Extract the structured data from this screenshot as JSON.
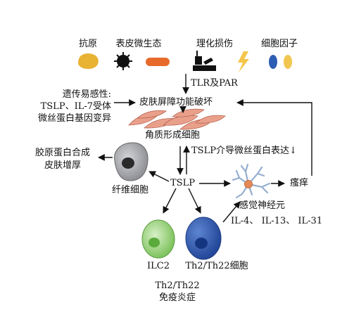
{
  "triggers": {
    "antigen": "抗原",
    "microbiota": "表皮微生态",
    "chemical_damage": "理化损伤",
    "cytokines": "细胞因子"
  },
  "receptor_label": "TLR及PAR",
  "barrier": "皮肤屏障功能破坏",
  "genetics": {
    "line1": "遗传易感性:",
    "line2": "TSLP、IL-7受体",
    "line3": "微丝蛋白基因变异"
  },
  "keratinocytes": "角质形成细胞",
  "filaggrin_label": "TSLP介导微丝蛋白表达↓",
  "collagen": {
    "line1": "胶原蛋白合成",
    "line2": "皮肤增厚"
  },
  "fibroblast": "纤维细胞",
  "tslp": "TSLP",
  "itch": "瘙痒",
  "sensory_neuron": "感觉神经元",
  "interleukins": "IL-4、 IL-13、 IL-31",
  "ilc2": "ILC2",
  "th_cells": "Th2/Th22细胞",
  "inflammation": {
    "line1": "Th2/Th22",
    "line2": "免疫炎症"
  },
  "colors": {
    "antigen": "#e8b233",
    "cytokine_blue": "#2d5db4",
    "cytokine_yellow": "#f0c64e",
    "pill_orange": "#e76a2b",
    "lightning": "#f3c54a",
    "keratinocyte": "#e9a08b",
    "fibroblast": "#a2a4a8",
    "ilc2": "#9fd67f",
    "th_cell": "#3a64b8",
    "neuron_body": "#e58a57",
    "neuron_branch": "#95aed0"
  }
}
